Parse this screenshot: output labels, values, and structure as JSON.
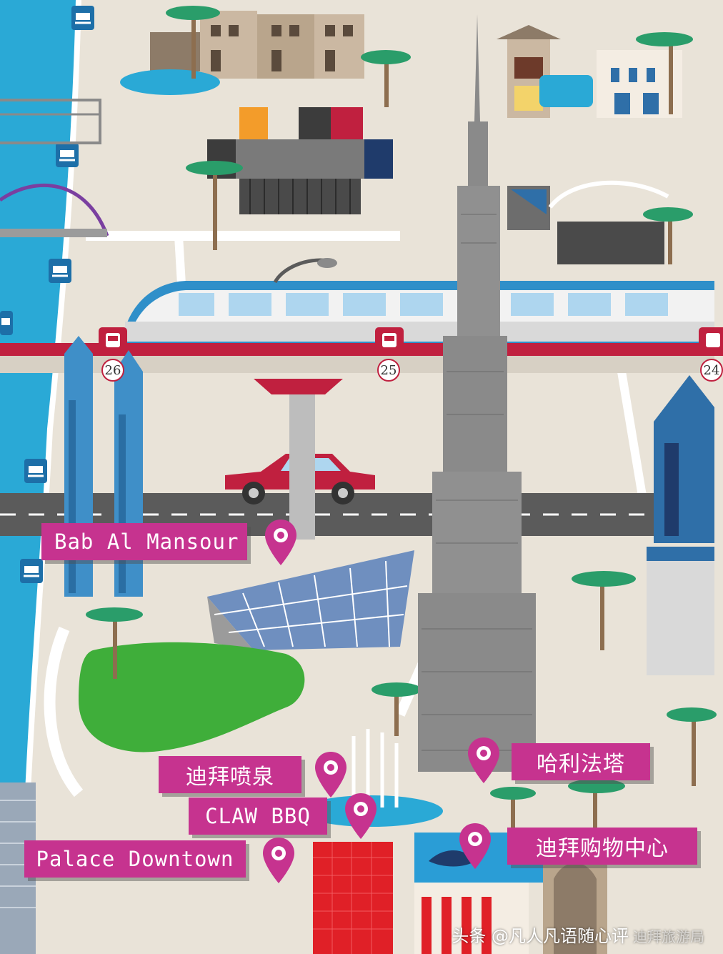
{
  "labels": {
    "bab_al_mansour": "Bab Al Mansour",
    "dubai_fountain": "迪拜喷泉",
    "claw_bbq": "CLAW BBQ",
    "palace_downtown": "Palace Downtown",
    "burj_khalifa": "哈利法塔",
    "dubai_mall": "迪拜购物中心"
  },
  "metro_stations": [
    "26",
    "25",
    "24"
  ],
  "watermark": {
    "main": "头条 @凡人凡语随心评",
    "ghost": "迪拜旅游局"
  },
  "icons": [
    "ferry-icon",
    "metro-station-icon",
    "map-pin-icon"
  ],
  "colors": {
    "label_bg": "#c6338f",
    "water": "#2aa9d6",
    "ground": "#e9e3d8",
    "road": "#5b5b5b",
    "metro_rail": "#c0203f",
    "metro_train": "#2f8fc9",
    "park": "#3fae3a",
    "tower": "#8a8a8a"
  }
}
